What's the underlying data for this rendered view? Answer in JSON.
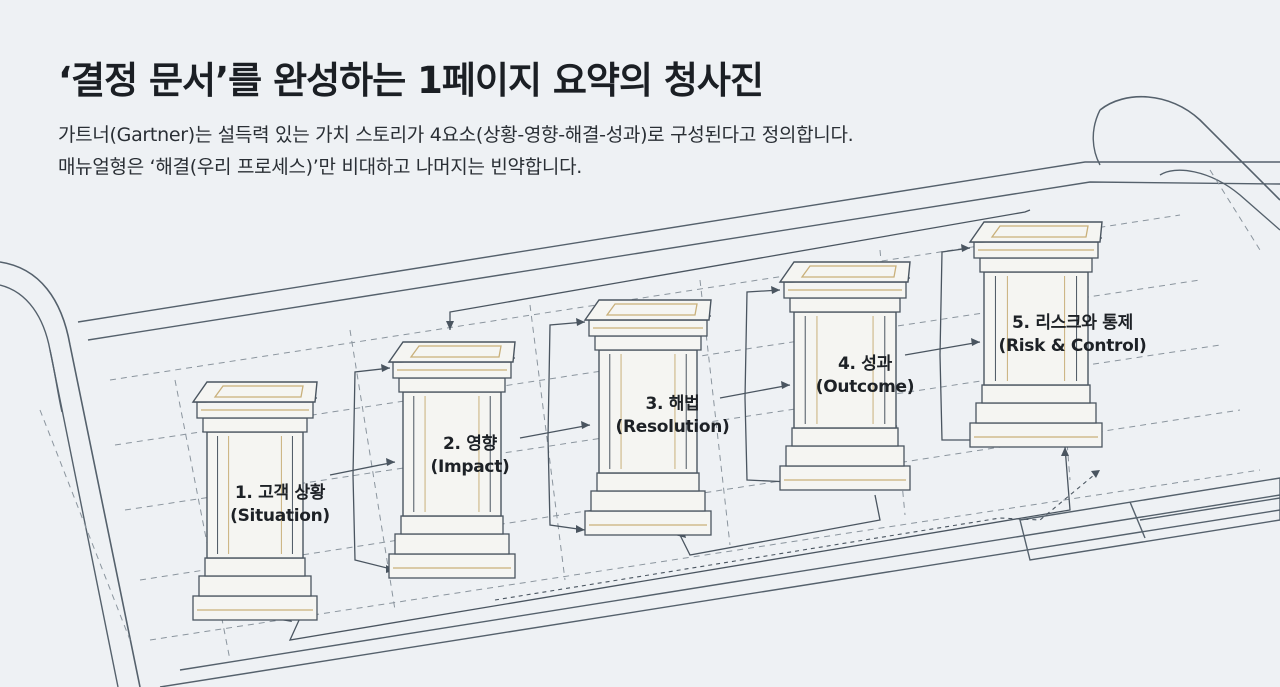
{
  "header": {
    "title": "‘결정 문서’를 완성하는 1페이지 요약의 청사진",
    "description_line1": "가트너(Gartner)는 설득력 있는 가치 스토리가 4요소(상황-영향-해결-성과)로 구성된다고 정의합니다.",
    "description_line2": "매뉴얼형은 ‘해결(우리 프로세스)’만 비대하고 나머지는 빈약합니다."
  },
  "pillars": [
    {
      "num": "1. 고객 상황",
      "en": "(Situation)"
    },
    {
      "num": "2. 영향",
      "en": "(Impact)"
    },
    {
      "num": "3. 해법",
      "en": "(Resolution)"
    },
    {
      "num": "4. 성과",
      "en": "(Outcome)"
    },
    {
      "num": "5. 리스크와 통제",
      "en": "(Risk & Control)"
    }
  ],
  "colors": {
    "background": "#eef1f4",
    "line": "#4a5560",
    "pillar_fill": "#f5f5f2",
    "gold_accent": "#c9b07a"
  }
}
